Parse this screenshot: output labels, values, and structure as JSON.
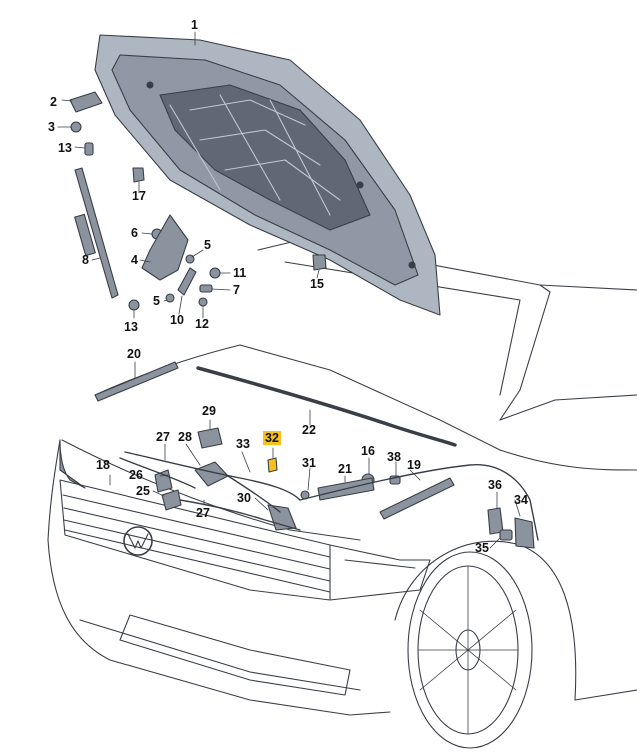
{
  "colors": {
    "line": "#3a3f47",
    "hood_outer": "#aeb6c2",
    "hood_inner": "#7c8592",
    "hood_dark": "#2f353e",
    "part": "#8a939e",
    "highlight": "#f7c21a"
  },
  "callouts": [
    {
      "id": "1",
      "text": "1"
    },
    {
      "id": "2",
      "text": "2"
    },
    {
      "id": "3",
      "text": "3"
    },
    {
      "id": "13a",
      "text": "13"
    },
    {
      "id": "17",
      "text": "17"
    },
    {
      "id": "6",
      "text": "6"
    },
    {
      "id": "5a",
      "text": "5"
    },
    {
      "id": "8",
      "text": "8"
    },
    {
      "id": "4",
      "text": "4"
    },
    {
      "id": "11",
      "text": "11"
    },
    {
      "id": "7",
      "text": "7"
    },
    {
      "id": "15",
      "text": "15"
    },
    {
      "id": "5b",
      "text": "5"
    },
    {
      "id": "13b",
      "text": "13"
    },
    {
      "id": "10",
      "text": "10"
    },
    {
      "id": "12",
      "text": "12"
    },
    {
      "id": "20",
      "text": "20"
    },
    {
      "id": "29",
      "text": "29"
    },
    {
      "id": "22",
      "text": "22"
    },
    {
      "id": "32",
      "text": "32",
      "highlighted": true
    },
    {
      "id": "27a",
      "text": "27"
    },
    {
      "id": "28",
      "text": "28"
    },
    {
      "id": "33",
      "text": "33"
    },
    {
      "id": "16",
      "text": "16"
    },
    {
      "id": "38",
      "text": "38"
    },
    {
      "id": "18",
      "text": "18"
    },
    {
      "id": "31",
      "text": "31"
    },
    {
      "id": "21",
      "text": "21"
    },
    {
      "id": "19",
      "text": "19"
    },
    {
      "id": "26",
      "text": "26"
    },
    {
      "id": "25",
      "text": "25"
    },
    {
      "id": "36",
      "text": "36"
    },
    {
      "id": "30",
      "text": "30"
    },
    {
      "id": "34",
      "text": "34"
    },
    {
      "id": "27b",
      "text": "27"
    },
    {
      "id": "35",
      "text": "35"
    }
  ]
}
